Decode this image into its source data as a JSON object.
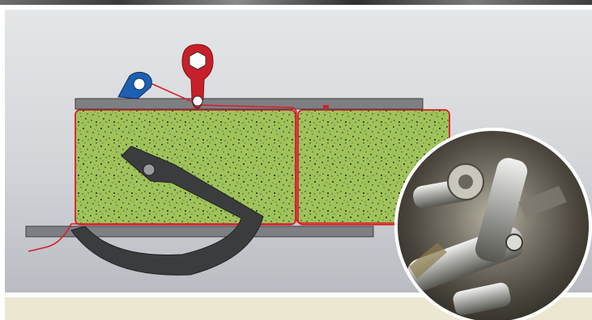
{
  "colors": {
    "panel_top": "#e5e6e8",
    "panel_bottom": "#b9bcc2",
    "bale_green": "#9fc35a",
    "twine_red": "#d81e2a",
    "rail_grey": "#7d7f82",
    "knotter_red": "#c8202a",
    "twine_holder_blue": "#1d5fb0",
    "needle_dark": "#3b3c3e",
    "caption_band": "#ebe7d1"
  },
  "icons": {
    "knotter_bill": "hexagon-bolt-lever",
    "twine_holder": "blue-disc-holder",
    "needle": "curved-baler-needle",
    "photo_inset": "knotter-mechanism-photo"
  }
}
